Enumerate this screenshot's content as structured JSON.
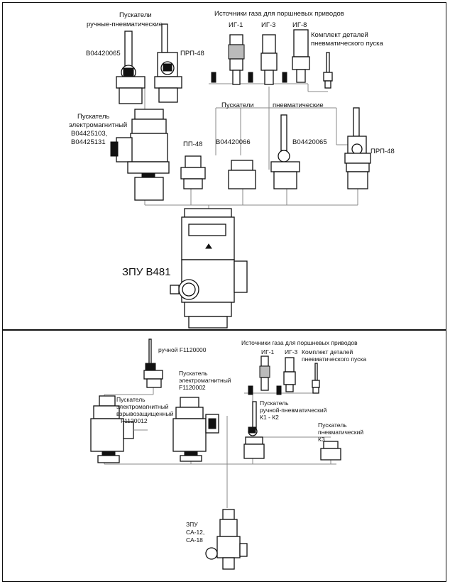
{
  "top": {
    "manual_pneumatic": {
      "line1": "Пускатели",
      "line2": "ручные-пневматические"
    },
    "b04420065_left": "В04420065",
    "prp48_left": "ПРП-48",
    "gas_sources_title": "Источники газа для поршневых приводов",
    "ig1": "ИГ-1",
    "ig3": "ИГ-3",
    "ig8": "ИГ-8",
    "kit": {
      "line1": "Комплект деталей",
      "line2": "пневматического пуска"
    },
    "electromagnetic": {
      "line1": "Пускатель",
      "line2": "электромагнитный",
      "line3": "В04425103,",
      "line4": "В04425131"
    },
    "pneumatic_label_a": "Пускатели",
    "pneumatic_label_b": "пневматические",
    "pp48": "ПП-48",
    "b04420066": "В04420066",
    "b04420065_right": "В04420065",
    "prp48_right": "ПРП-48",
    "zpu": "ЗПУ В481"
  },
  "bottom": {
    "manual_f": "ручной F1120000",
    "gas_sources_title": "Источники газа для поршневых приводов",
    "ig1": "ИГ-1",
    "ig3": "ИГ-3",
    "kit": {
      "line1": "Комплект деталей",
      "line2": "пневматического пуска"
    },
    "electromagnetic": {
      "line1": "Пускатель",
      "line2": "электромагнитный",
      "line3": "F1120002"
    },
    "explosion_proof": {
      "line1": "Пускатель",
      "line2": "электромагнитный",
      "line3": "взрывозащищенный",
      "line4": "F1120012"
    },
    "manual_pneumatic": {
      "line1": "Пускатель",
      "line2": "ручной-пневматический",
      "line3": "К1 - К2"
    },
    "pneumatic_k3": {
      "line1": "Пускатель",
      "line2": "пневматический",
      "line3": "К3"
    },
    "zpu": {
      "line1": "ЗПУ",
      "line2": "СА-12,",
      "line3": "СА-18"
    }
  }
}
